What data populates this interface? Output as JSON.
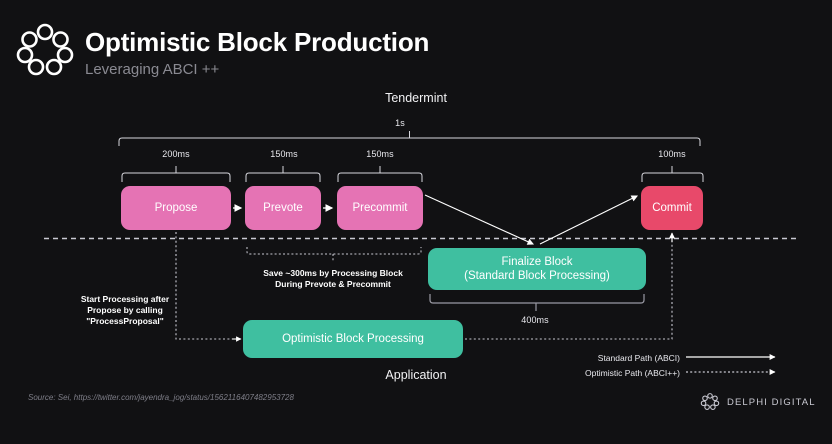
{
  "header": {
    "title": "Optimistic Block Production",
    "subtitle": "Leveraging ABCI ++",
    "logo_icon": "delphi-knot-icon"
  },
  "sections": {
    "top_label": "Tendermint",
    "bottom_label": "Application"
  },
  "timeline": {
    "total": "1s",
    "segments": [
      {
        "label": "200ms",
        "stage": "Propose"
      },
      {
        "label": "150ms",
        "stage": "Prevote"
      },
      {
        "label": "150ms",
        "stage": "Precommit"
      },
      {
        "label": "100ms",
        "stage": "Commit"
      }
    ],
    "finalize_duration": "400ms"
  },
  "boxes": {
    "propose": "Propose",
    "prevote": "Prevote",
    "precommit": "Precommit",
    "commit": "Commit",
    "finalize_line1": "Finalize Block",
    "finalize_line2": "(Standard Block Processing)",
    "optimistic": "Optimistic Block Processing"
  },
  "notes": {
    "save_line1": "Save ~300ms by Processing Block",
    "save_line2": "During Prevote & Precommit",
    "start_line1": "Start Processing after",
    "start_line2": "Propose by calling",
    "start_line3": "\"ProcessProposal\""
  },
  "legend": {
    "standard": "Standard Path (ABCI)",
    "optimistic": "Optimistic Path (ABCI++)"
  },
  "footer": {
    "source": "Source: Sei, https://twitter.com/jayendra_jog/status/1562116407482953728",
    "brand": "DELPHI DIGITAL",
    "brand_icon": "delphi-knot-icon"
  },
  "colors": {
    "background": "#111113",
    "pink": "#e573b4",
    "red": "#e8496a",
    "teal": "#3fbfa0",
    "line": "#d8d8de",
    "muted_text": "#8a8a92"
  }
}
